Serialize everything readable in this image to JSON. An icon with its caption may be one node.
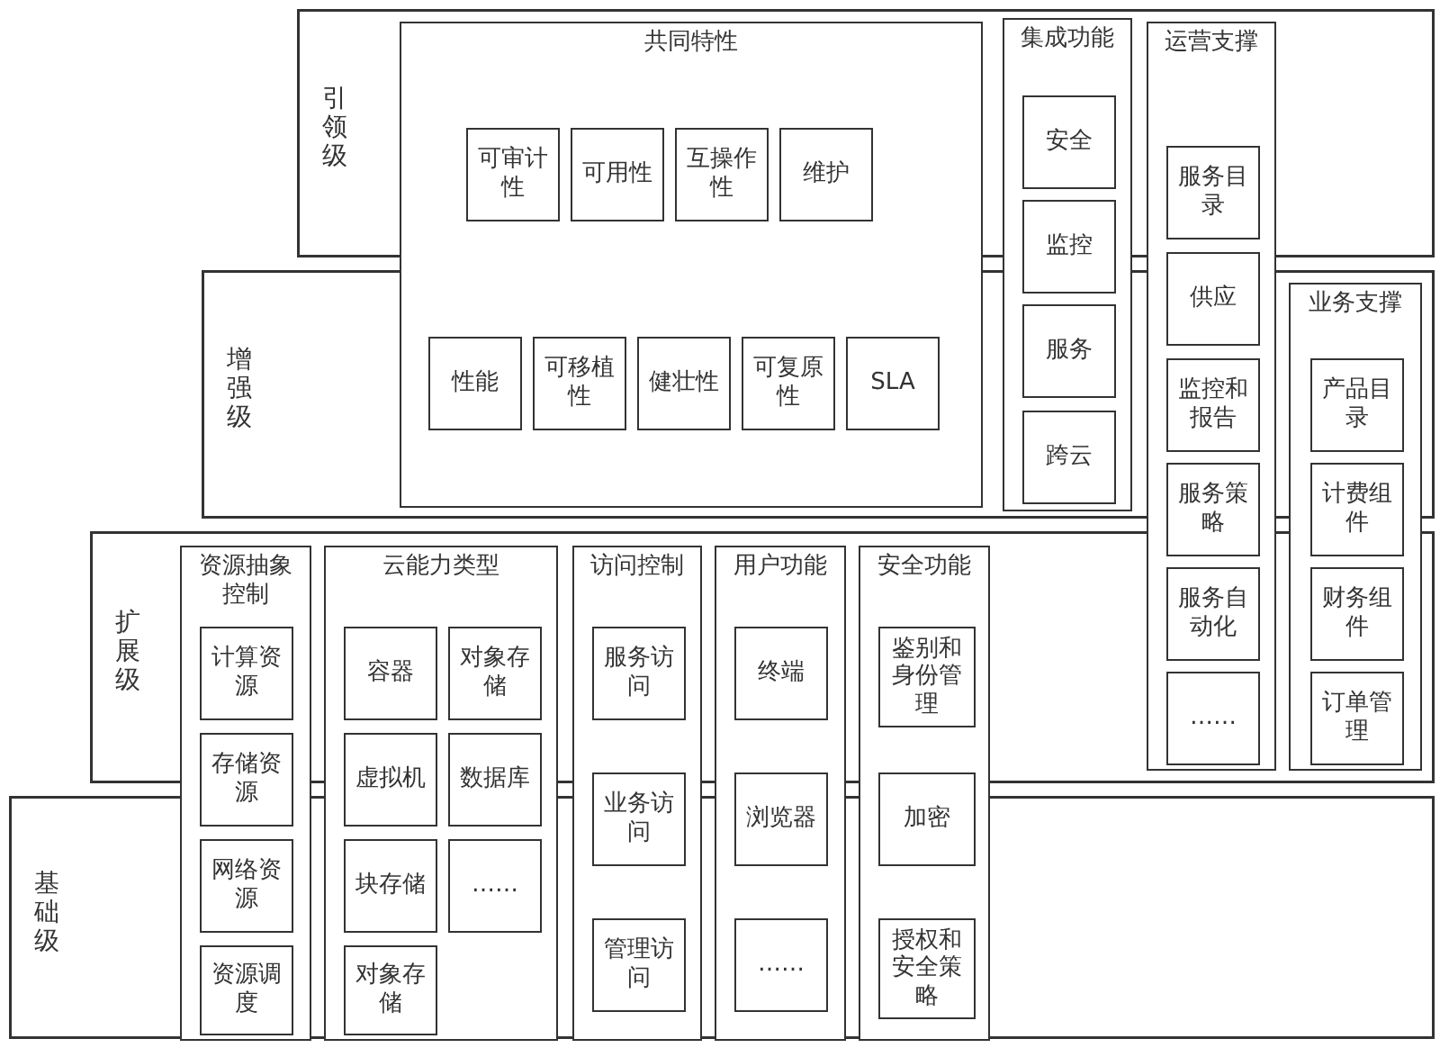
{
  "diagram": {
    "nodes": [
      {
        "text": [
          "引领级"
        ]
      },
      {
        "text": [
          "共同特性"
        ]
      },
      {
        "text": [
          "可审计性"
        ],
        "in": 1
      },
      {
        "text": [
          "可用性"
        ],
        "in": 1
      },
      {
        "text": [
          "互操作性"
        ],
        "in": 1
      },
      {
        "text": [
          "维护"
        ],
        "in": 1
      },
      {
        "text": [
          "性能"
        ],
        "in": 1
      },
      {
        "text": [
          "可移植性"
        ],
        "in": 1
      },
      {
        "text": [
          "健壮性"
        ],
        "in": 1
      },
      {
        "text": [
          "可复原性"
        ],
        "in": 1
      },
      {
        "text": [
          "SLA"
        ],
        "in": 1
      },
      {
        "text": [
          "集成功能"
        ]
      },
      {
        "text": [
          "安全"
        ],
        "in": 11
      },
      {
        "text": [
          "监控"
        ],
        "in": 11
      },
      {
        "text": [
          "服务"
        ],
        "in": 11
      },
      {
        "text": [
          "跨云"
        ],
        "in": 11
      },
      {
        "text": [
          "运营支撑"
        ]
      },
      {
        "text": [
          "服务目录"
        ],
        "in": 16
      },
      {
        "text": [
          "供应"
        ],
        "in": 16
      },
      {
        "text": [
          "监控和报告"
        ],
        "in": 16
      },
      {
        "text": [
          "服务策略"
        ],
        "in": 16
      },
      {
        "text": [
          "服务自动化"
        ],
        "in": 16
      },
      {
        "text": [
          "……"
        ],
        "in": 16
      },
      {
        "text": [
          "增强级"
        ]
      },
      {
        "text": [
          "业务支撑"
        ]
      },
      {
        "text": [
          "产品目录"
        ],
        "in": 24
      },
      {
        "text": [
          "计费组件"
        ],
        "in": 24
      },
      {
        "text": [
          "财务组件"
        ],
        "in": 24
      },
      {
        "text": [
          "订单管理"
        ],
        "in": 24
      },
      {
        "text": [
          "扩展级"
        ]
      },
      {
        "text": [
          "资源抽象控制"
        ]
      },
      {
        "text": [
          "计算资源"
        ],
        "in": 30
      },
      {
        "text": [
          "存储资源"
        ],
        "in": 30
      },
      {
        "text": [
          "网络资源"
        ],
        "in": 30
      },
      {
        "text": [
          "资源调度"
        ],
        "in": 30
      },
      {
        "text": [
          "云能力类型"
        ]
      },
      {
        "text": [
          "容器"
        ],
        "in": 35
      },
      {
        "text": [
          "对象存储"
        ],
        "in": 35
      },
      {
        "text": [
          "虚拟机"
        ],
        "in": 35
      },
      {
        "text": [
          "数据库"
        ],
        "in": 35
      },
      {
        "text": [
          "块存储"
        ],
        "in": 35
      },
      {
        "text": [
          "……"
        ],
        "in": 35
      },
      {
        "text": [
          "对象存储"
        ],
        "in": 35
      },
      {
        "text": [
          "访问控制"
        ]
      },
      {
        "text": [
          "服务访问"
        ],
        "in": 43
      },
      {
        "text": [
          "业务访问"
        ],
        "in": 43
      },
      {
        "text": [
          "管理访问"
        ],
        "in": 43
      },
      {
        "text": [
          "用户功能"
        ]
      },
      {
        "text": [
          "终端"
        ],
        "in": 47
      },
      {
        "text": [
          "浏览器"
        ],
        "in": 47
      },
      {
        "text": [
          "……"
        ],
        "in": 47
      },
      {
        "text": [
          "安全功能"
        ]
      },
      {
        "text": [
          "鉴别和身份管理"
        ],
        "in": 51
      },
      {
        "text": [
          "加密"
        ],
        "in": 51
      },
      {
        "text": [
          "授权和安全策略"
        ],
        "in": 51
      },
      {
        "text": [
          "基础级"
        ]
      }
    ]
  }
}
